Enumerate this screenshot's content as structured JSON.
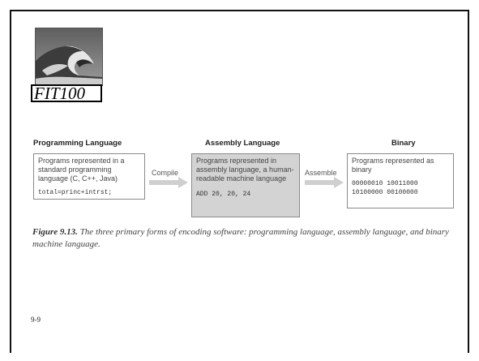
{
  "logo": {
    "label": "FIT100"
  },
  "diagram": {
    "columns": [
      {
        "heading": "Programming Language",
        "text": "Programs represented in a standard programming language (C, C++, Java)",
        "code": "total=princ+intrst;"
      },
      {
        "heading": "Assembly Language",
        "text": "Programs represented in assembly language, a human-readable machine language",
        "code": "ADD 20, 20, 24"
      },
      {
        "heading": "Binary",
        "text": "Programs represented as binary",
        "code": "00000010 10011000\n10100000 00100000"
      }
    ],
    "arrows": [
      "Compile",
      "Assemble"
    ]
  },
  "caption": {
    "figure_label": "Figure 9.13.",
    "text": "The three primary forms of encoding software: programming language, assembly language, and binary machine language."
  },
  "page_number": "9-9",
  "colors": {
    "assembly_box_fill": "#d3d3d3",
    "box_border": "#8a8a8a",
    "arrow": "#cfcfcf"
  }
}
